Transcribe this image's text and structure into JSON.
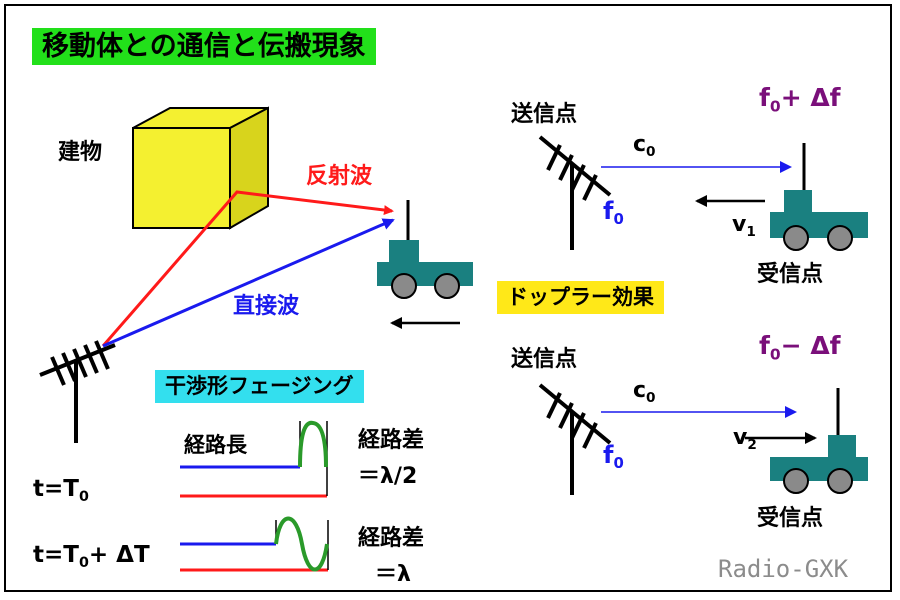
{
  "title": "移動体との通信と伝搬現象",
  "building": "建物",
  "reflected": "反射波",
  "direct": "直接波",
  "fading": {
    "title": "干渉形フェージング",
    "path_length": "経路長",
    "diff1_label": "経路差",
    "diff1_value": "＝λ/2",
    "diff2_label": "経路差",
    "diff2_value": "＝λ",
    "t1": "t=T",
    "t1_sub": "0",
    "t2": "t=T",
    "t2_sub": "0",
    "t2_suffix": "+ ΔT"
  },
  "doppler": {
    "title": "ドップラー効果",
    "tx_top": "送信点",
    "tx_bottom": "送信点",
    "rx_top": "受信点",
    "rx_bottom": "受信点",
    "c": "c",
    "c_sub": "0",
    "f": "f",
    "f_sub": "0",
    "v1": "v",
    "v1_sub": "1",
    "v2": "v",
    "v2_sub": "2",
    "plus": "+ Δf",
    "minus": "− Δf"
  },
  "watermark": "Radio-GXK",
  "colors": {
    "title_bg": "#22e01a",
    "fading_bg": "#33dfee",
    "doppler_bg": "#ffe818",
    "reflected": "#ff1a1a",
    "direct": "#1a1aee",
    "car": "#1a8080",
    "building": "#f4f030",
    "delta_f": "#7a0f7a",
    "wave": "#2a9a2a"
  }
}
